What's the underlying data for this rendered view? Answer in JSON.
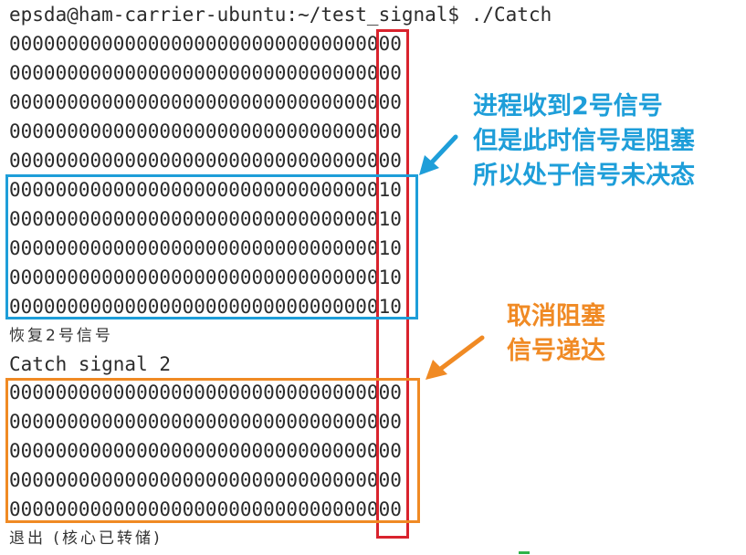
{
  "terminal": {
    "prompt_line": "epsda@ham-carrier-ubuntu:~/test_signal$ ./Catch",
    "block1": [
      "0000000000000000000000000000000000",
      "0000000000000000000000000000000000",
      "0000000000000000000000000000000000",
      "0000000000000000000000000000000000",
      "0000000000000000000000000000000000"
    ],
    "block2": [
      "0000000000000000000000000000000010",
      "0000000000000000000000000000000010",
      "0000000000000000000000000000000010",
      "0000000000000000000000000000000010",
      "0000000000000000000000000000000010"
    ],
    "restore_text": "恢复2号信号",
    "catch_text": "Catch signal 2",
    "block3": [
      "0000000000000000000000000000000000",
      "0000000000000000000000000000000000",
      "0000000000000000000000000000000000",
      "0000000000000000000000000000000000",
      "0000000000000000000000000000000000"
    ],
    "exit_text": "退出 (核心已转储)"
  },
  "annotations": {
    "blue_note": "进程收到2号信号\n但是此时信号是阻塞\n所以处于信号未决态",
    "orange_note": "取消阻塞\n信号递达"
  },
  "colors": {
    "blue": "#1e9ed9",
    "orange": "#f08a24",
    "red": "#d9232d",
    "text": "#2b2b2b"
  }
}
